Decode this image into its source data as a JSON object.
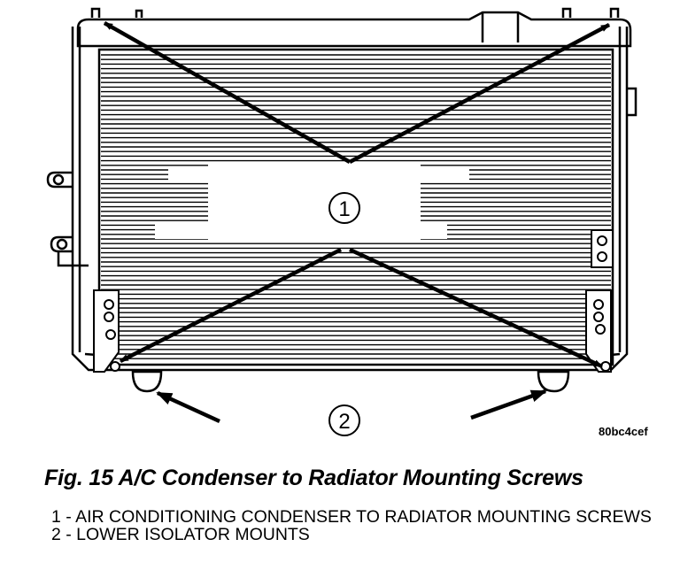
{
  "figure": {
    "code": "80bc4cef",
    "caption": "Fig. 15 A/C Condenser to Radiator Mounting Screws"
  },
  "callouts": [
    {
      "number": "1",
      "label": "1 - AIR CONDITIONING CONDENSER TO RADIATOR MOUNTING SCREWS"
    },
    {
      "number": "2",
      "label": "2 - LOWER ISOLATOR MOUNTS"
    }
  ]
}
